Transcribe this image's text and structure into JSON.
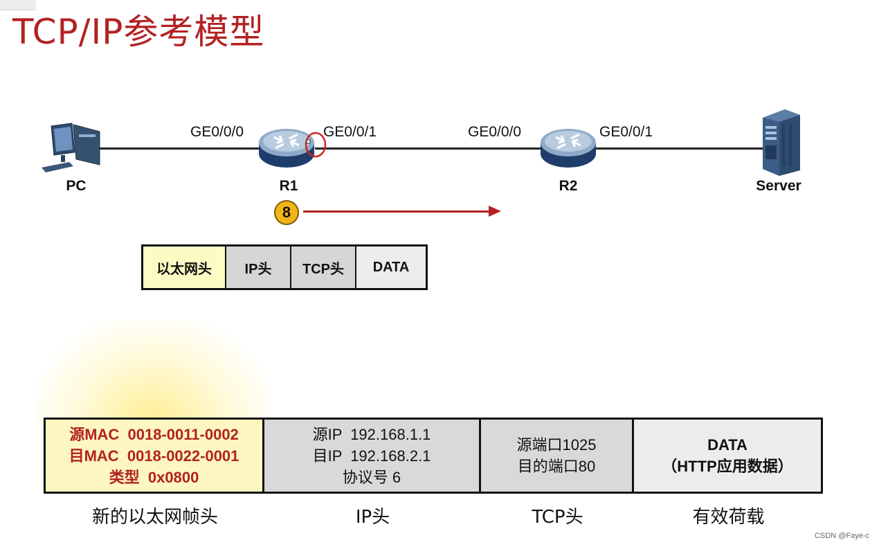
{
  "title": "TCP/IP参考模型",
  "topology": {
    "devices": [
      {
        "name": "PC"
      },
      {
        "name": "R1"
      },
      {
        "name": "R2"
      },
      {
        "name": "Server"
      }
    ],
    "ports": [
      "GE0/0/0",
      "GE0/0/1",
      "GE0/0/0",
      "GE0/0/1"
    ],
    "step": "8",
    "colors": {
      "accent": "#b22222",
      "step_badge": "#f2b418"
    }
  },
  "packet": {
    "cells": [
      "以太网头",
      "IP头",
      "TCP头",
      "DATA"
    ]
  },
  "detail": {
    "eth": {
      "lines": [
        "源MAC  0018-0011-0002",
        "目MAC  0018-0022-0001",
        "类型  0x0800"
      ],
      "caption": "新的以太网帧头"
    },
    "ip": {
      "lines": [
        "源IP  192.168.1.1",
        "目IP  192.168.2.1",
        "协议号 6"
      ],
      "caption": "IP头"
    },
    "tcp": {
      "lines": [
        "源端口1025",
        "目的端口80"
      ],
      "caption": "TCP头"
    },
    "data": {
      "lines": [
        "DATA",
        "（HTTP应用数据）"
      ],
      "caption": "有效荷载"
    }
  },
  "watermark": "CSDN @Faye-c"
}
